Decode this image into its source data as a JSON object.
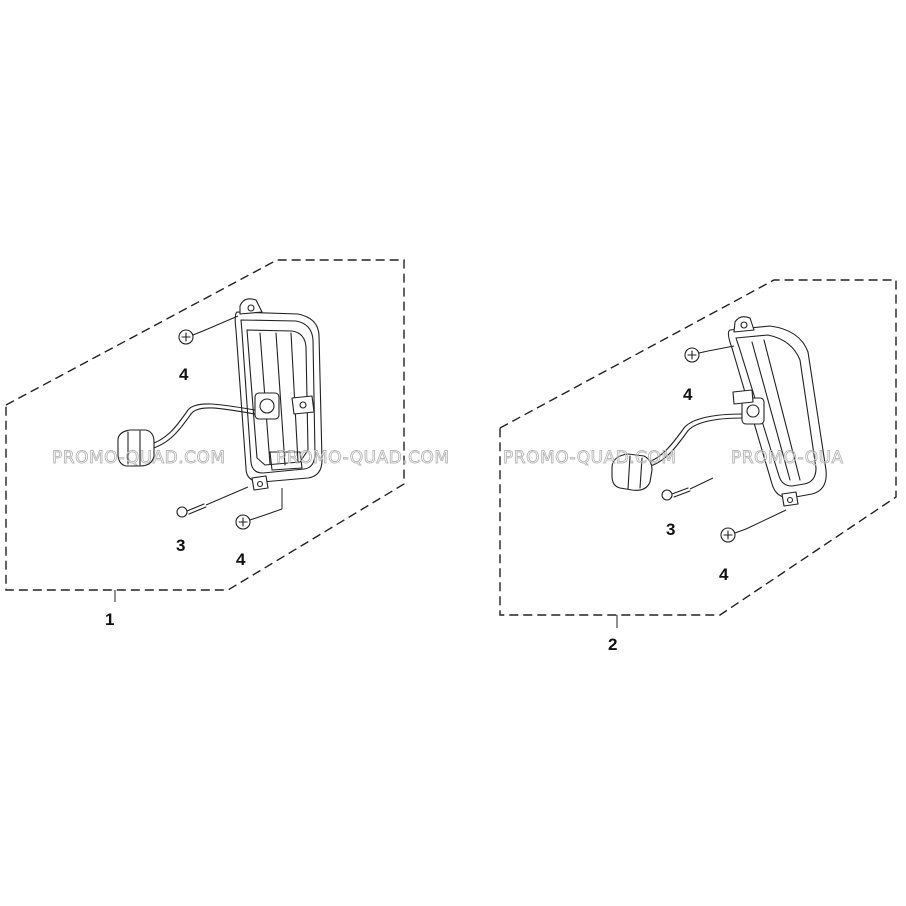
{
  "watermark": {
    "text_1": "PROMO-QUAD.COM",
    "text_2": "PROMO-QUAD.COM",
    "text_3": "PROMO-QUAD.COM",
    "text_4": "PROMO-QUA"
  },
  "assemblies": [
    {
      "label": "1",
      "callouts": {
        "screw_top": "4",
        "screw_bottom_left": "3",
        "screw_bottom_right": "4"
      }
    },
    {
      "label": "2",
      "callouts": {
        "screw_top": "4",
        "screw_bottom_left": "3",
        "screw_bottom_right": "4"
      }
    }
  ]
}
